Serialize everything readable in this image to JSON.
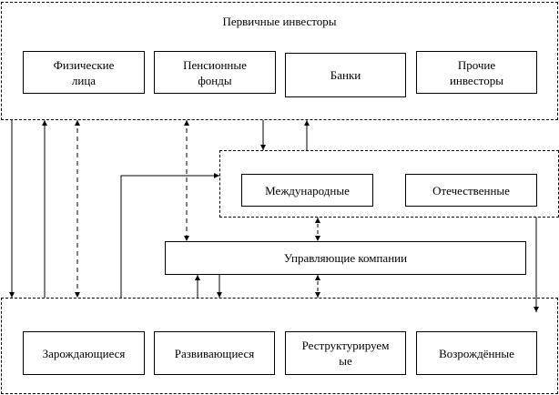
{
  "primary_investors": {
    "title": "Первичные инвесторы",
    "items": [
      "Физические\nлица",
      "Пенсионные\nфонды",
      "Банки",
      "Прочие\nинвесторы"
    ]
  },
  "investor_types": {
    "items": [
      "Международные",
      "Отечественные"
    ]
  },
  "management": {
    "label": "Управляющие компании"
  },
  "companies": {
    "items": [
      "Зарождающиеся",
      "Развивающиеся",
      "Реструктурируем\nые",
      "Возрождённые"
    ]
  }
}
